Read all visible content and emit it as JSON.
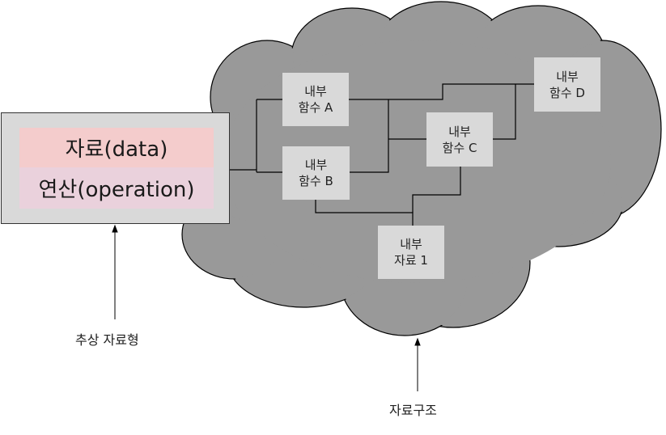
{
  "adt": {
    "data_label": "자료(data)",
    "operation_label": "연산(operation)"
  },
  "internal": [
    {
      "line1": "내부",
      "line2": "함수 A"
    },
    {
      "line1": "내부",
      "line2": "함수 B"
    },
    {
      "line1": "내부",
      "line2": "함수 C"
    },
    {
      "line1": "내부",
      "line2": "함수 D"
    },
    {
      "line1": "내부",
      "line2": "자료 1"
    }
  ],
  "captions": {
    "adt": "추상 자료형",
    "structure": "자료구조"
  },
  "colors": {
    "cloud_fill": "#999999",
    "cloud_stroke": "#000000",
    "box_fill": "#d9d9d9",
    "data_fill": "#f4cccc",
    "operation_fill": "#ead1dc"
  }
}
